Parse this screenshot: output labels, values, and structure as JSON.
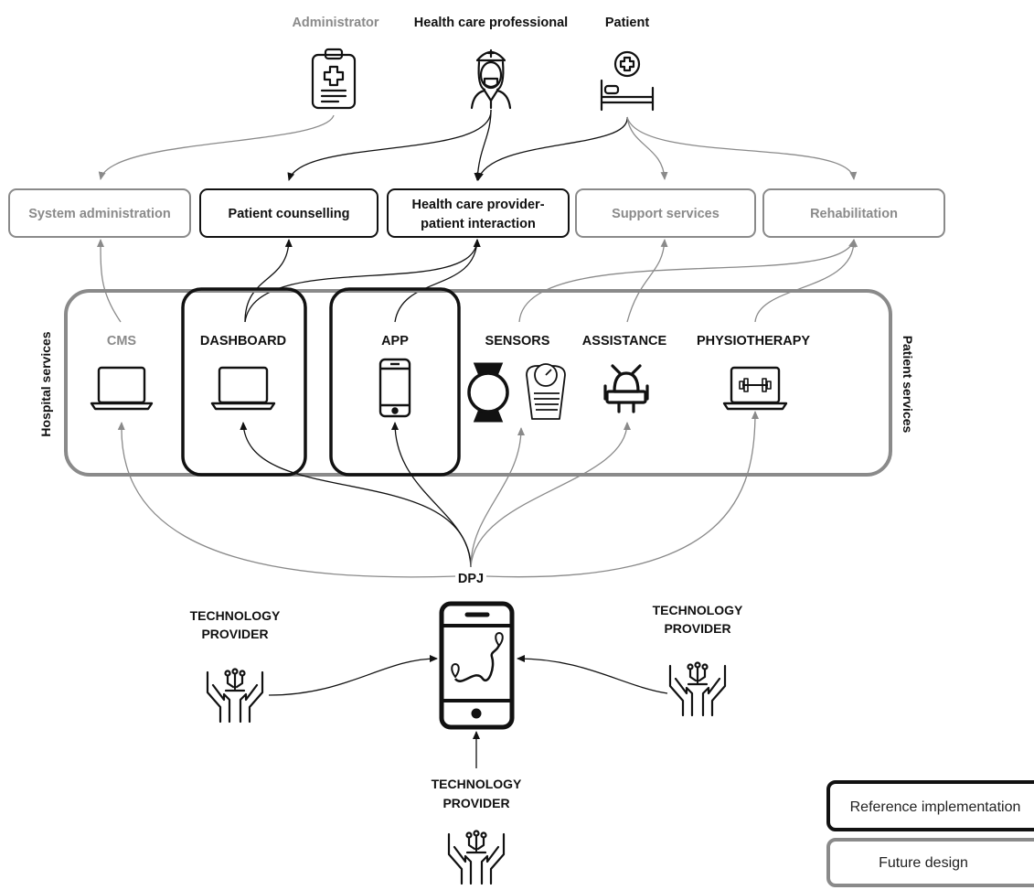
{
  "roles": {
    "administrator": "Administrator",
    "health_care_professional": "Health care professional",
    "patient": "Patient"
  },
  "services": {
    "system_administration": "System administration",
    "patient_counselling": "Patient counselling",
    "hcp_interaction_line1": "Health care provider-",
    "hcp_interaction_line2": "patient interaction",
    "support_services": "Support services",
    "rehabilitation": "Rehabilitation"
  },
  "sides": {
    "hospital_services": "Hospital services",
    "patient_services": "Patient services"
  },
  "components": {
    "cms": "CMS",
    "dashboard": "DASHBOARD",
    "app": "APP",
    "sensors": "SENSORS",
    "assistance": "ASSISTANCE",
    "physiotherapy": "PHYSIOTHERAPY"
  },
  "hub": "DPJ",
  "providers": {
    "left_line1": "TECHNOLOGY",
    "left_line2": "PROVIDER",
    "right_line1": "TECHNOLOGY",
    "right_line2": "PROVIDER",
    "bottom_line1": "TECHNOLOGY",
    "bottom_line2": "PROVIDER"
  },
  "legend": {
    "reference": "Reference implementation",
    "future": "Future design"
  },
  "colors": {
    "reference": "#111111",
    "future": "#8a8a8a"
  }
}
